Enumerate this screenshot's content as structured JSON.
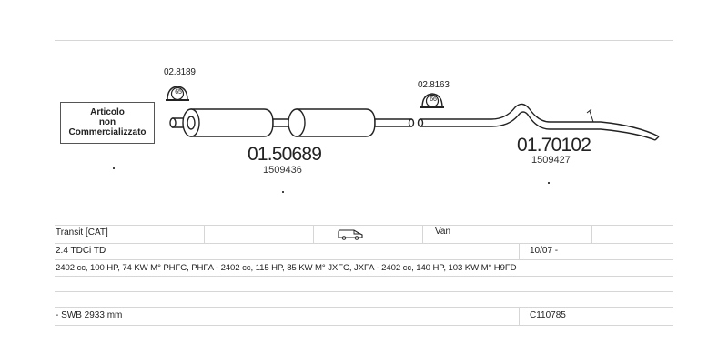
{
  "diagram": {
    "not_sold_box": {
      "lines": [
        "Articolo",
        "non",
        "Commercializzato"
      ]
    },
    "clamps": [
      {
        "code": "02.8189",
        "number": "65"
      },
      {
        "code": "02.8163",
        "number": "66"
      }
    ],
    "parts": [
      {
        "code": "01.50689",
        "oem": "1509436"
      },
      {
        "code": "01.70102",
        "oem": "1509427"
      }
    ]
  },
  "table": {
    "row1": {
      "model": "Transit   [CAT]",
      "body_icon": "van-icon",
      "body": "Van"
    },
    "row2": {
      "engine": "2.4 TDCi TD",
      "date": "10/07 -"
    },
    "row3": {
      "specs": "2402 cc, 100 HP, 74 KW M° PHFC, PHFA - 2402 cc, 115 HP, 85 KW M° JXFC, JXFA - 2402 cc, 140 HP, 103 KW M° H9FD"
    },
    "row5": {
      "note": "- SWB 2933 mm",
      "code": "C110785"
    }
  }
}
